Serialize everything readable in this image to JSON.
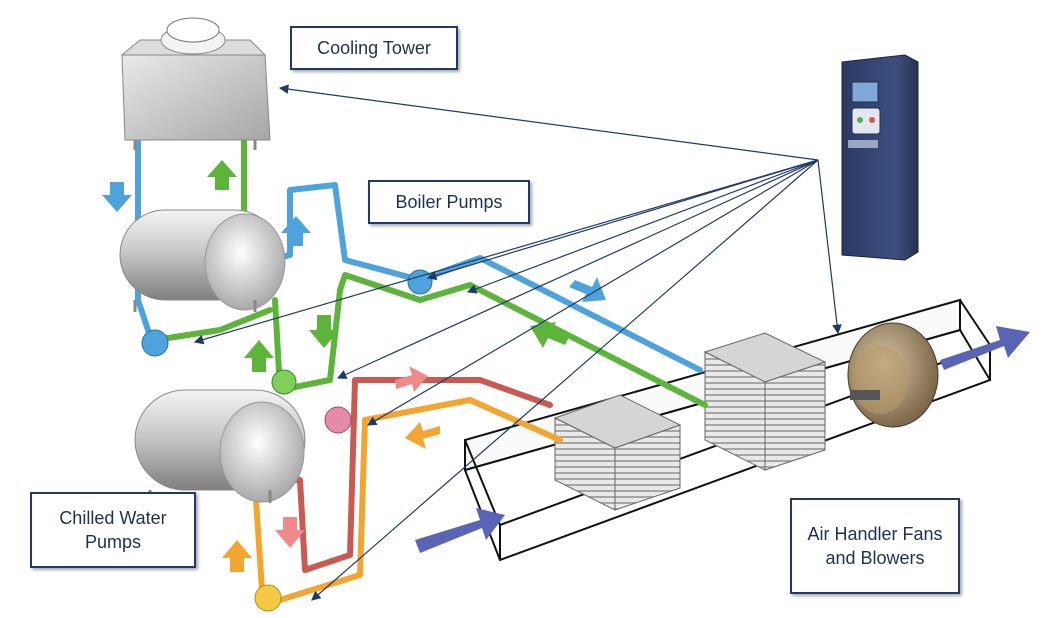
{
  "labels": {
    "cooling_tower": "Cooling Tower",
    "boiler_pumps": "Boiler Pumps",
    "chilled_water_pumps": "Chilled Water Pumps",
    "air_handler": "Air Handler Fans and Blowers"
  },
  "colors": {
    "condenser_supply": "#4fa3dd",
    "condenser_return": "#5cb43a",
    "chilled_supply": "#f2a531",
    "chilled_return": "#c85a52",
    "airflow_arrow": "#5a64b4",
    "pointer_lines": "#1f3a68",
    "label_border": "#1f3a68"
  },
  "icons": [
    "cooling-tower-icon",
    "vfd-drive-icon",
    "tank-icon",
    "pump-icon",
    "coil-icon",
    "fan-icon",
    "flow-arrow-icon"
  ]
}
